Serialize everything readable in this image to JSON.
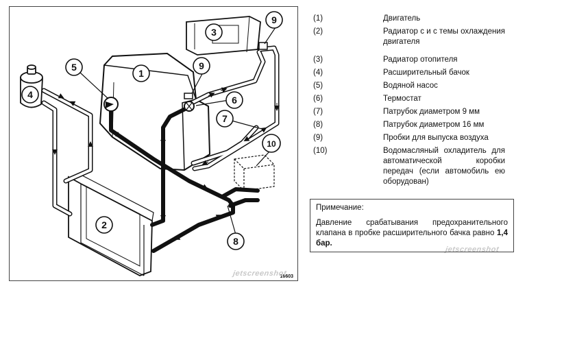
{
  "diagram": {
    "figure_code": "16603",
    "watermark": "jetscreenshot",
    "callouts": [
      "1",
      "2",
      "3",
      "4",
      "5",
      "6",
      "7",
      "8",
      "9",
      "9",
      "10"
    ]
  },
  "legend": [
    {
      "num": "(1)",
      "desc": "Двигатель"
    },
    {
      "num": "(2)",
      "desc": "Радиатор с и с темы охлаждения двигателя"
    },
    {
      "num": "(3)",
      "desc": "Радиатор отопителя"
    },
    {
      "num": "(4)",
      "desc": "Расширительный бачок"
    },
    {
      "num": "(5)",
      "desc": "Водяной насос"
    },
    {
      "num": "(6)",
      "desc": "Термостат"
    },
    {
      "num": "(7)",
      "desc": "Патрубок диаметром 9 мм"
    },
    {
      "num": "(8)",
      "desc": "Патрубок диаметром 16 мм"
    },
    {
      "num": "(9)",
      "desc": "Пробки для выпуска воздуха"
    },
    {
      "num": "(10)",
      "desc": "Водомасляный охладитель для автоматической коробки передач (если автомобиль ею оборудован)"
    }
  ],
  "note": {
    "title": "Примечание:",
    "text": "Давление срабатывания предохранительного клапана в пробке расширительного бачка равно",
    "strong": "1,4 бар."
  }
}
